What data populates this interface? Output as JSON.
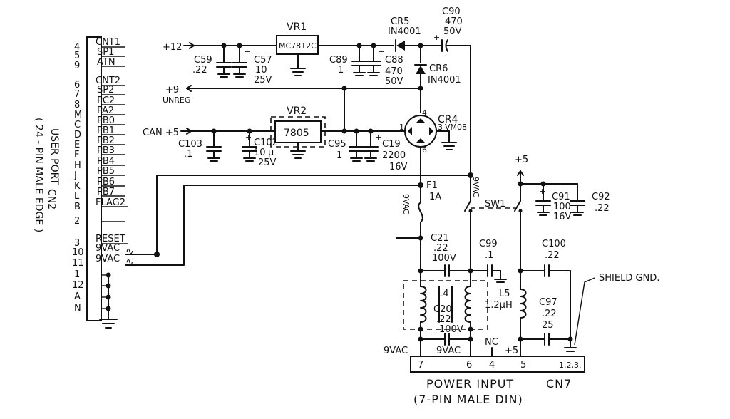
{
  "connector_user_port": {
    "title": "USER PORT",
    "subtitle": "( 24 - PIN MALE EDGE )",
    "ref": "CN2",
    "pins": [
      {
        "num": "4",
        "signal": "CNT1"
      },
      {
        "num": "5",
        "signal": "SP1"
      },
      {
        "num": "9",
        "signal": "ATN"
      },
      {
        "num": "6",
        "signal": "CNT2"
      },
      {
        "num": "7",
        "signal": "SP2"
      },
      {
        "num": "8",
        "signal": "PC2"
      },
      {
        "num": "M",
        "signal": "PA2"
      },
      {
        "num": "C",
        "signal": "PB0"
      },
      {
        "num": "D",
        "signal": "PB1"
      },
      {
        "num": "E",
        "signal": "PB2"
      },
      {
        "num": "F",
        "signal": "PB3"
      },
      {
        "num": "H",
        "signal": "PB4"
      },
      {
        "num": "J",
        "signal": "PB5"
      },
      {
        "num": "K",
        "signal": "PB6"
      },
      {
        "num": "L",
        "signal": "PB7"
      },
      {
        "num": "B",
        "signal": "FLAG2"
      },
      {
        "num": "2",
        "signal": ""
      },
      {
        "num": "3",
        "signal": "RESET"
      },
      {
        "num": "10",
        "signal": "9VAC"
      },
      {
        "num": "11",
        "signal": "9VAC"
      },
      {
        "num": "1",
        "signal": ""
      },
      {
        "num": "12",
        "signal": ""
      },
      {
        "num": "A",
        "signal": ""
      },
      {
        "num": "N",
        "signal": ""
      }
    ]
  },
  "rails": {
    "plus12": "+12",
    "plus9": "+9",
    "unreg": "UNREG",
    "can5": "CAN +5",
    "plus5": "+5"
  },
  "regulators": {
    "vr1_ref": "VR1",
    "vr1_part": "MC7812CT",
    "vr2_ref": "VR2",
    "vr2_part": "7805",
    "cr4_ref": "CR4",
    "cr4_part": "VM08",
    "cr4_pin1": "1",
    "cr4_pin3": "3",
    "cr4_pin4": "4",
    "cr4_pin6": "6"
  },
  "diodes": {
    "cr5_ref": "CR5",
    "cr5_part": "IN4001",
    "cr6_ref": "CR6",
    "cr6_part": "IN4001"
  },
  "caps": {
    "c59": {
      "ref": "C59",
      "value": ".22"
    },
    "c57": {
      "ref": "C57",
      "value": "10",
      "volt": "25V"
    },
    "c89": {
      "ref": "C89",
      "value": "1"
    },
    "c88": {
      "ref": "C88",
      "value": "470",
      "volt": "50V"
    },
    "c90": {
      "ref": "C90",
      "value": "470",
      "volt": "50V"
    },
    "c103": {
      "ref": "C103",
      "value": ".1"
    },
    "c102": {
      "ref": "C102",
      "value": "10",
      "unit": "μ",
      "volt": "25V"
    },
    "c95": {
      "ref": "C95",
      "value": "1"
    },
    "c19": {
      "ref": "C19",
      "value": "2200",
      "volt": "16V"
    },
    "c91": {
      "ref": "C91",
      "value": "100",
      "volt": "16V"
    },
    "c92": {
      "ref": "C92",
      "value": ".22"
    },
    "c21": {
      "ref": "C21",
      "value": ".22",
      "volt": "100V"
    },
    "c99": {
      "ref": "C99",
      "value": ".1"
    },
    "c100": {
      "ref": "C100",
      "value": ".22"
    },
    "c20": {
      "ref": "C20",
      "value": ".22",
      "volt": "100V"
    },
    "c97": {
      "ref": "C97",
      "value": ".22",
      "volt": "25"
    }
  },
  "misc": {
    "fuse_ref": "F1",
    "fuse_value": "1A",
    "switch_ref": "SW1",
    "l4_ref": "L4",
    "l5_ref": "L5",
    "l5_value": "1.2μH",
    "vac9": "9VAC",
    "nc": "NC",
    "shield": "SHIELD GND."
  },
  "connector_power": {
    "title": "POWER INPUT",
    "ref": "CN7",
    "subtitle": "(7-PIN MALE DIN)",
    "pins": [
      {
        "num": "7",
        "label": "9VAC"
      },
      {
        "num": "6",
        "label": "9VAC"
      },
      {
        "num": "4",
        "label": "NC"
      },
      {
        "num": "5",
        "label": "+5"
      },
      {
        "num": "1,2,3.",
        "label": ""
      }
    ]
  }
}
